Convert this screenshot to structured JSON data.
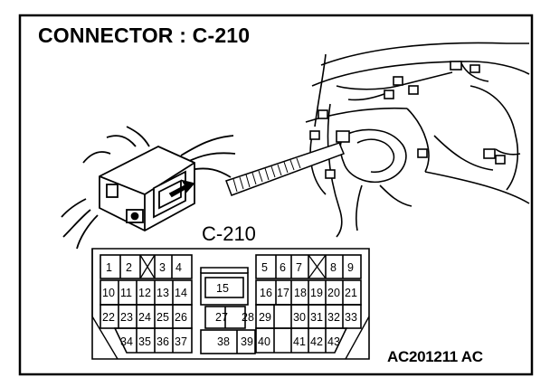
{
  "title": "CONNECTOR : C-210",
  "connector_label": "C-210",
  "figure_code": "AC201211 AC",
  "pins": {
    "r1": [
      "1",
      "2",
      "3",
      "4",
      "5",
      "6",
      "7",
      "8",
      "9"
    ],
    "r2": [
      "10",
      "11",
      "12",
      "13",
      "14",
      "15",
      "16",
      "17",
      "18",
      "19",
      "20",
      "21"
    ],
    "r3": [
      "22",
      "23",
      "24",
      "25",
      "26",
      "27",
      "28",
      "29",
      "30",
      "31",
      "32",
      "33"
    ],
    "r4": [
      "34",
      "35",
      "36",
      "37",
      "38",
      "39",
      "40",
      "41",
      "42",
      "43"
    ]
  }
}
